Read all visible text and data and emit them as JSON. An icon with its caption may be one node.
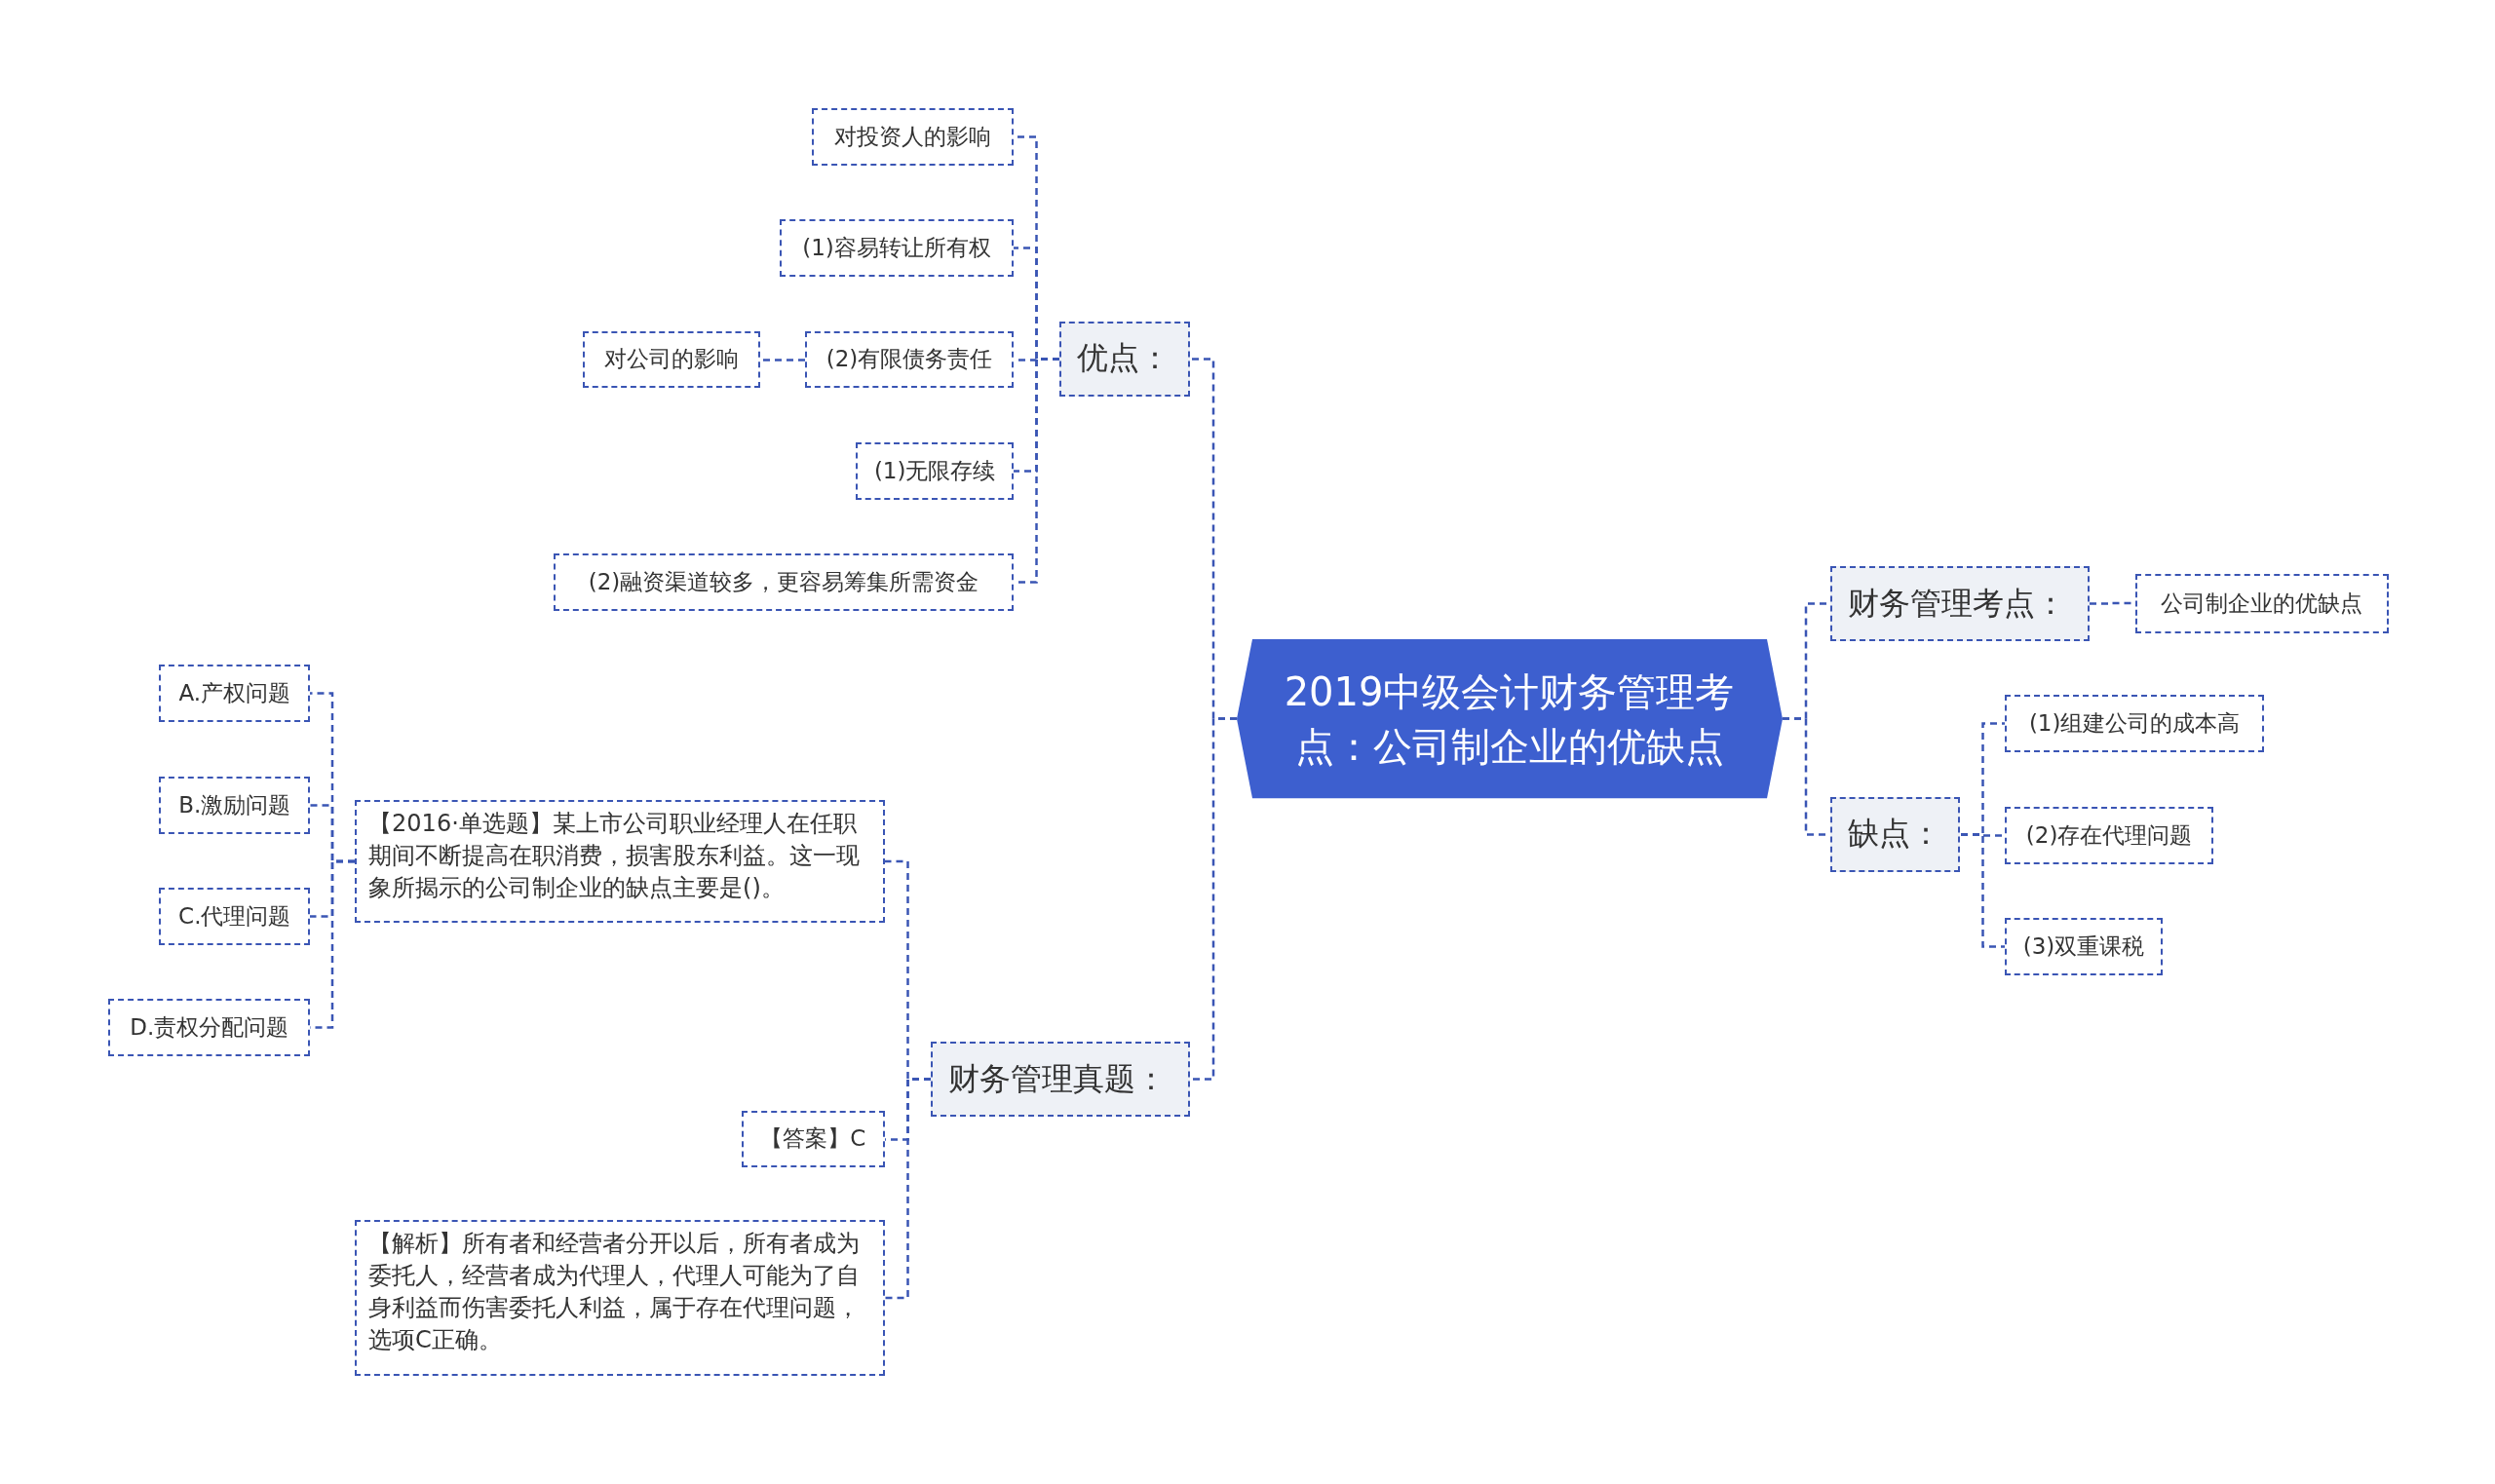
{
  "diagram": {
    "nodes": [
      {
        "text": [
          "2019中级会计财务管理考点：公司制企业的优缺点"
        ]
      },
      {
        "text": [
          "优点："
        ]
      },
      {
        "text": [
          "对投资人的影响"
        ]
      },
      {
        "text": [
          "(1)容易转让所有权"
        ]
      },
      {
        "text": [
          "(2)有限债务责任"
        ]
      },
      {
        "text": [
          "对公司的影响"
        ]
      },
      {
        "text": [
          "(1)无限存续"
        ]
      },
      {
        "text": [
          "(2)融资渠道较多，更容易筹集所需资金"
        ]
      },
      {
        "text": [
          "财务管理真题："
        ]
      },
      {
        "text": [
          "【2016·单选题】某上市公司职业经理人在任职期间不断提高在职消费，损害股东利益。这一现象所揭示的公司制企业的缺点主要是()。"
        ]
      },
      {
        "text": [
          "A.产权问题"
        ]
      },
      {
        "text": [
          "B.激励问题"
        ]
      },
      {
        "text": [
          "C.代理问题"
        ]
      },
      {
        "text": [
          "D.责权分配问题"
        ]
      },
      {
        "text": [
          "【答案】C"
        ]
      },
      {
        "text": [
          "【解析】所有者和经营者分开以后，所有者成为委托人，经营者成为代理人，代理人可能为了自身利益而伤害委托人利益，属于存在代理问题，选项C正确。"
        ]
      },
      {
        "text": [
          "财务管理考点："
        ]
      },
      {
        "text": [
          "公司制企业的优缺点"
        ]
      },
      {
        "text": [
          "缺点："
        ]
      },
      {
        "text": [
          "(1)组建公司的成本高"
        ]
      },
      {
        "text": [
          "(2)存在代理问题"
        ]
      },
      {
        "text": [
          "(3)双重课税"
        ]
      }
    ],
    "edges": [
      {
        "from": 0,
        "to": 1,
        "arrow": "none"
      },
      {
        "from": 1,
        "to": 2,
        "arrow": "none"
      },
      {
        "from": 1,
        "to": 3,
        "arrow": "none"
      },
      {
        "from": 1,
        "to": 4,
        "arrow": "none"
      },
      {
        "from": 4,
        "to": 5,
        "arrow": "none"
      },
      {
        "from": 1,
        "to": 6,
        "arrow": "none"
      },
      {
        "from": 1,
        "to": 7,
        "arrow": "none"
      },
      {
        "from": 0,
        "to": 8,
        "arrow": "none"
      },
      {
        "from": 8,
        "to": 9,
        "arrow": "none"
      },
      {
        "from": 9,
        "to": 10,
        "arrow": "none"
      },
      {
        "from": 9,
        "to": 11,
        "arrow": "none"
      },
      {
        "from": 9,
        "to": 12,
        "arrow": "none"
      },
      {
        "from": 9,
        "to": 13,
        "arrow": "none"
      },
      {
        "from": 8,
        "to": 14,
        "arrow": "none"
      },
      {
        "from": 8,
        "to": 15,
        "arrow": "none"
      },
      {
        "from": 0,
        "to": 16,
        "arrow": "none"
      },
      {
        "from": 16,
        "to": 17,
        "arrow": "none"
      },
      {
        "from": 0,
        "to": 18,
        "arrow": "none"
      },
      {
        "from": 18,
        "to": 19,
        "arrow": "none"
      },
      {
        "from": 18,
        "to": 20,
        "arrow": "none"
      },
      {
        "from": 18,
        "to": 21,
        "arrow": "none"
      }
    ]
  }
}
